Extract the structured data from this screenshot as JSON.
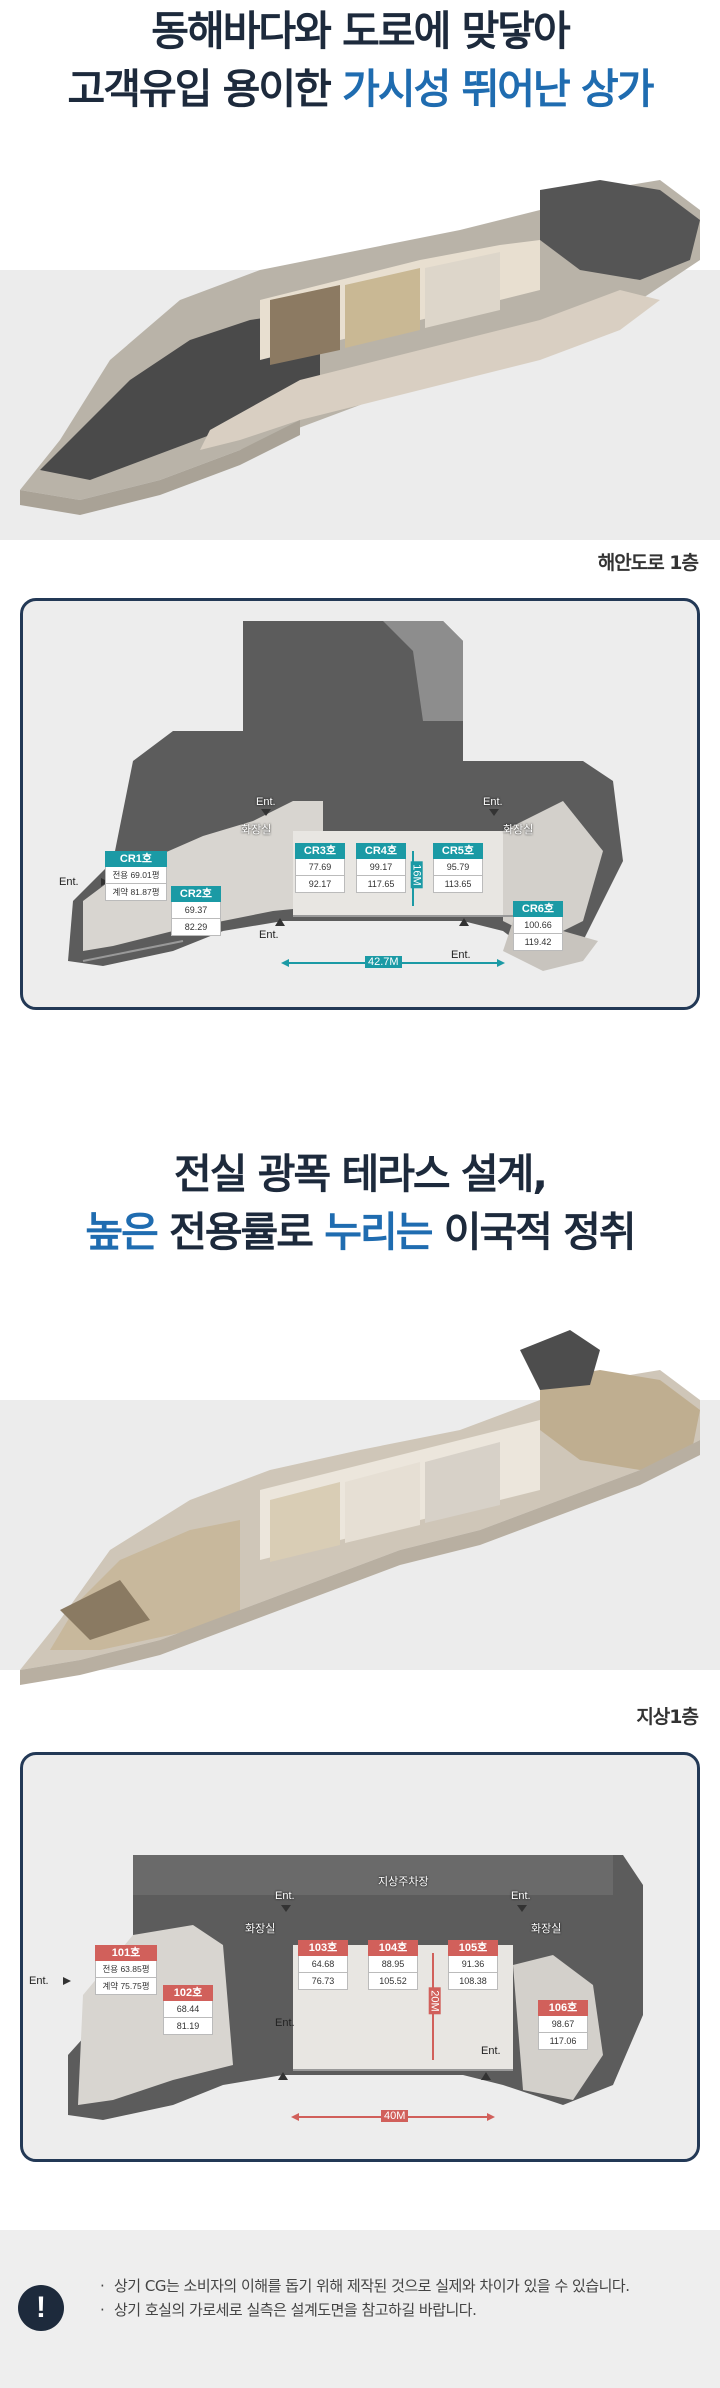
{
  "section1": {
    "headline_line1": "동해바다와 도로에 맞닿아",
    "headline_line2_dark": "고객유입 용이한",
    "headline_line2_blue": "가시성 뛰어난 상가",
    "floor_label": "해안도로 1층",
    "plan": {
      "units": [
        {
          "name": "CR1호",
          "values": [
            "전용 69.01평",
            "계약 81.87평"
          ]
        },
        {
          "name": "CR2호",
          "values": [
            "69.37",
            "82.29"
          ]
        },
        {
          "name": "CR3호",
          "values": [
            "77.69",
            "92.17"
          ]
        },
        {
          "name": "CR4호",
          "values": [
            "99.17",
            "117.65"
          ]
        },
        {
          "name": "CR5호",
          "values": [
            "95.79",
            "113.65"
          ]
        },
        {
          "name": "CR6호",
          "values": [
            "100.66",
            "119.42"
          ]
        }
      ],
      "ent": "Ent.",
      "restroom": "화장실",
      "dim_width": "42.7M",
      "dim_depth": "16M"
    }
  },
  "section2": {
    "headline_line1": "전실 광폭 테라스 설계,",
    "headline_line2_blue1": "높은",
    "headline_line2_dark": "전용률로",
    "headline_line2_blue2": "누리는",
    "headline_line2_dark2": "이국적 정취",
    "floor_label": "지상1층",
    "plan": {
      "units": [
        {
          "name": "101호",
          "values": [
            "전용 63.85평",
            "계약 75.75평"
          ]
        },
        {
          "name": "102호",
          "values": [
            "68.44",
            "81.19"
          ]
        },
        {
          "name": "103호",
          "values": [
            "64.68",
            "76.73"
          ]
        },
        {
          "name": "104호",
          "values": [
            "88.95",
            "105.52"
          ]
        },
        {
          "name": "105호",
          "values": [
            "91.36",
            "108.38"
          ]
        },
        {
          "name": "106호",
          "values": [
            "98.67",
            "117.06"
          ]
        }
      ],
      "ent": "Ent.",
      "restroom": "화장실",
      "parking": "지상주차장",
      "dim_width": "40M",
      "dim_depth": "20M"
    }
  },
  "notice": {
    "icon": "exclamation-icon",
    "items": [
      "상기 CG는 소비자의 이해를 돕기 위해 제작된 것으로 실제와 차이가 있을 수 있습니다.",
      "상기 호실의 가로세로 실측은 설계도면을 참고하길 바랍니다."
    ]
  },
  "colors": {
    "navy": "#1d2a3c",
    "blue": "#1f6cb0",
    "teal": "#1b9aa5",
    "red": "#d1605b"
  }
}
